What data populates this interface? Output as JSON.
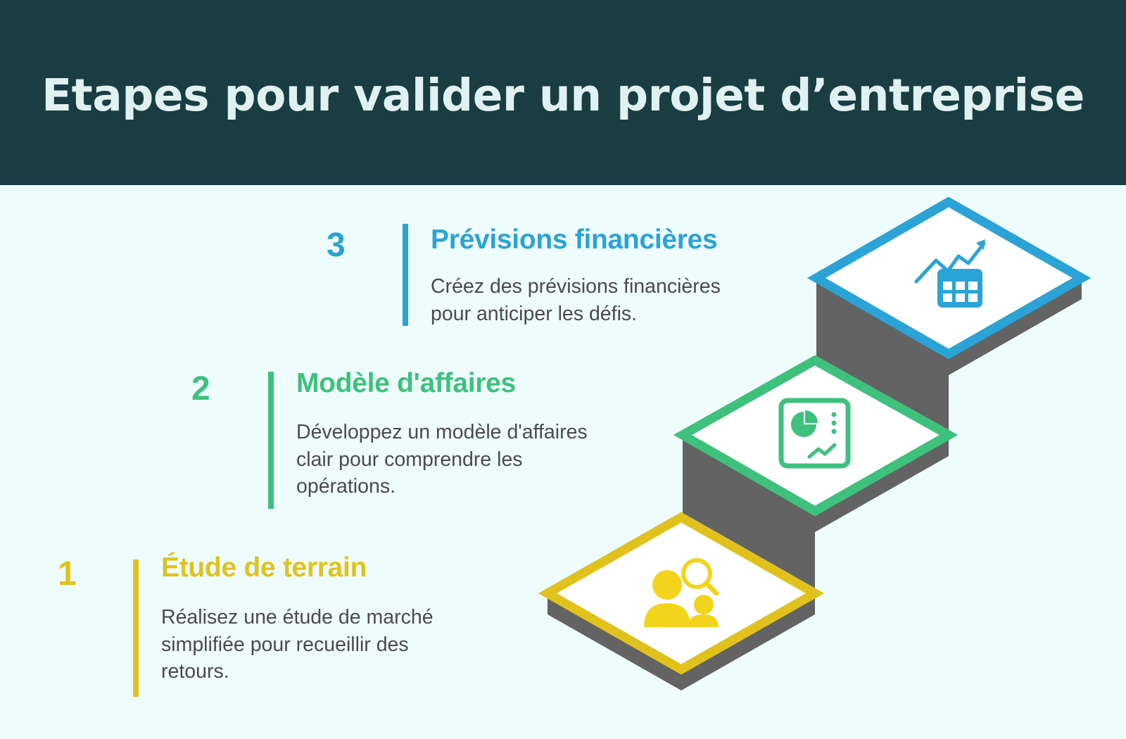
{
  "header": {
    "title": "Etapes pour valider un projet d’entreprise"
  },
  "colors": {
    "header_bg": "#193d42",
    "content_bg": "#eefcfc",
    "step3": "#2ba3d6",
    "step2": "#3ec17d",
    "step1": "#e1c21d",
    "stair_side": "#636363",
    "stair_top": "#ffffff"
  },
  "steps": [
    {
      "number": "1",
      "title": "Étude de terrain",
      "description": "Réalisez une étude de marché simplifiée pour recueillir des retours.",
      "icon": "market-research-icon"
    },
    {
      "number": "2",
      "title": "Modèle d'affaires",
      "description": "Développez un modèle d'affaires clair pour comprendre les opérations.",
      "icon": "business-dashboard-icon"
    },
    {
      "number": "3",
      "title": "Prévisions financières",
      "description": "Créez des prévisions financières pour anticiper les défis.",
      "icon": "financial-forecast-icon"
    }
  ]
}
